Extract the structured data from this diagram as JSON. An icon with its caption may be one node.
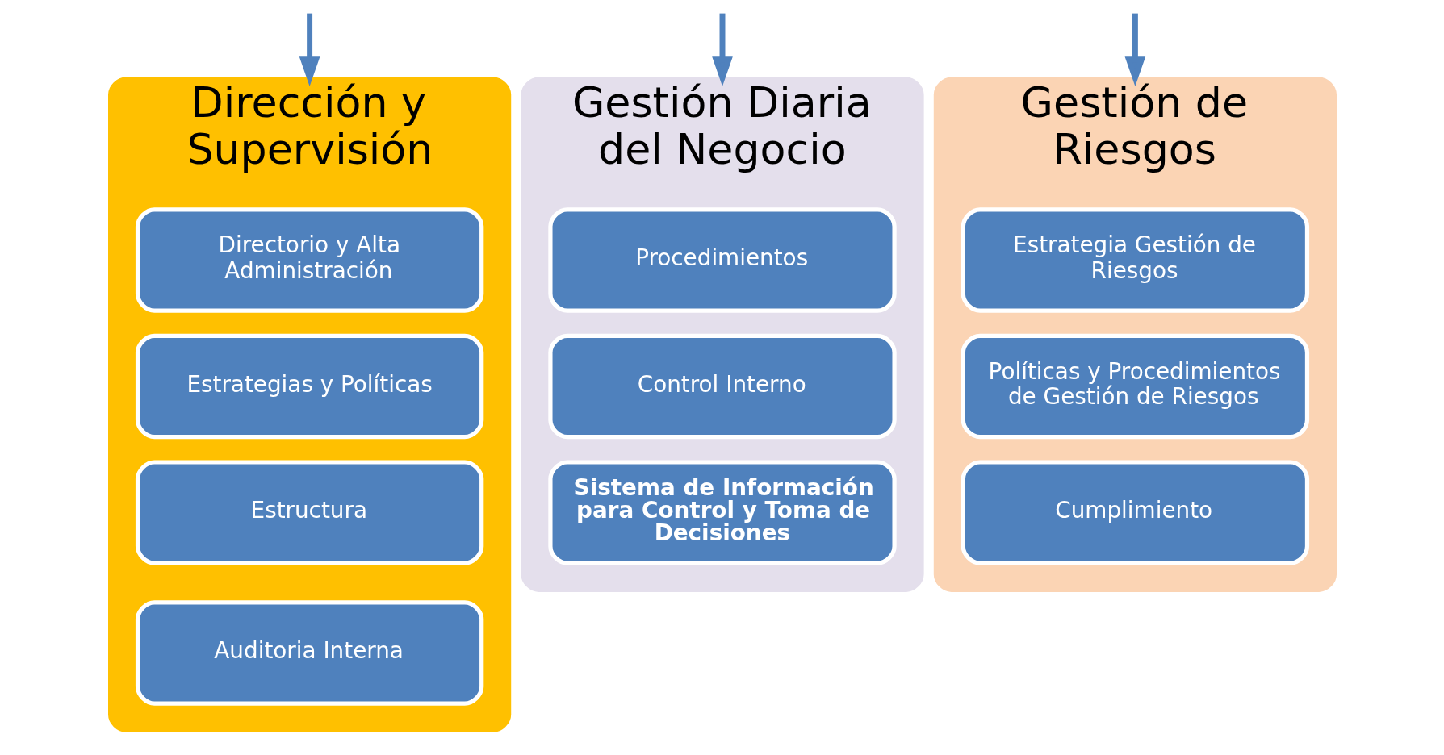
{
  "diagram": {
    "nodes": [
      {
        "text": [
          "Dirección y Supervisión"
        ]
      },
      {
        "text": [
          "Directorio y Alta Administración"
        ],
        "in": 0
      },
      {
        "text": [
          "Estrategias y Políticas"
        ],
        "in": 0
      },
      {
        "text": [
          "Estructura"
        ],
        "in": 0
      },
      {
        "text": [
          "Auditoria Interna"
        ],
        "in": 0
      },
      {
        "text": [
          "Gestión Diaria del Negocio"
        ]
      },
      {
        "text": [
          "Procedimientos"
        ],
        "in": 5
      },
      {
        "text": [
          "Control Interno"
        ],
        "in": 5
      },
      {
        "text": [
          "Sistema de Información para Control y Toma de Decisiones"
        ],
        "in": 5
      },
      {
        "text": [
          "Gestión de Riesgos"
        ]
      },
      {
        "text": [
          "Estrategia Gestión de Riesgos"
        ],
        "in": 9
      },
      {
        "text": [
          "Políticas y Procedimientos de Gestión de Riesgos"
        ],
        "in": 9
      },
      {
        "text": [
          "Cumplimiento"
        ],
        "in": 9
      }
    ],
    "edges": [
      {
        "from": null,
        "to": 0,
        "arrow": "to"
      },
      {
        "from": null,
        "to": 5,
        "arrow": "to"
      },
      {
        "from": null,
        "to": 9,
        "arrow": "to"
      }
    ]
  }
}
